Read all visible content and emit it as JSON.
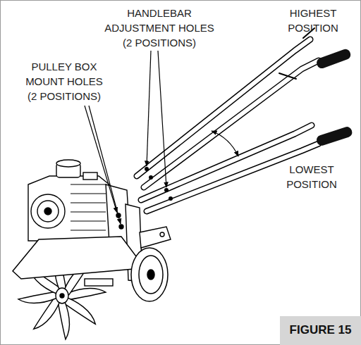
{
  "diagram": {
    "caption": "FIGURE 15",
    "labels": [
      "HANDLEBAR ADJUSTMENT HOLES (2 POSITIONS)",
      "HIGHEST POSITION",
      "PULLEY BOX MOUNT HOLES (2 POSITIONS)",
      "LOWEST POSITION"
    ]
  }
}
